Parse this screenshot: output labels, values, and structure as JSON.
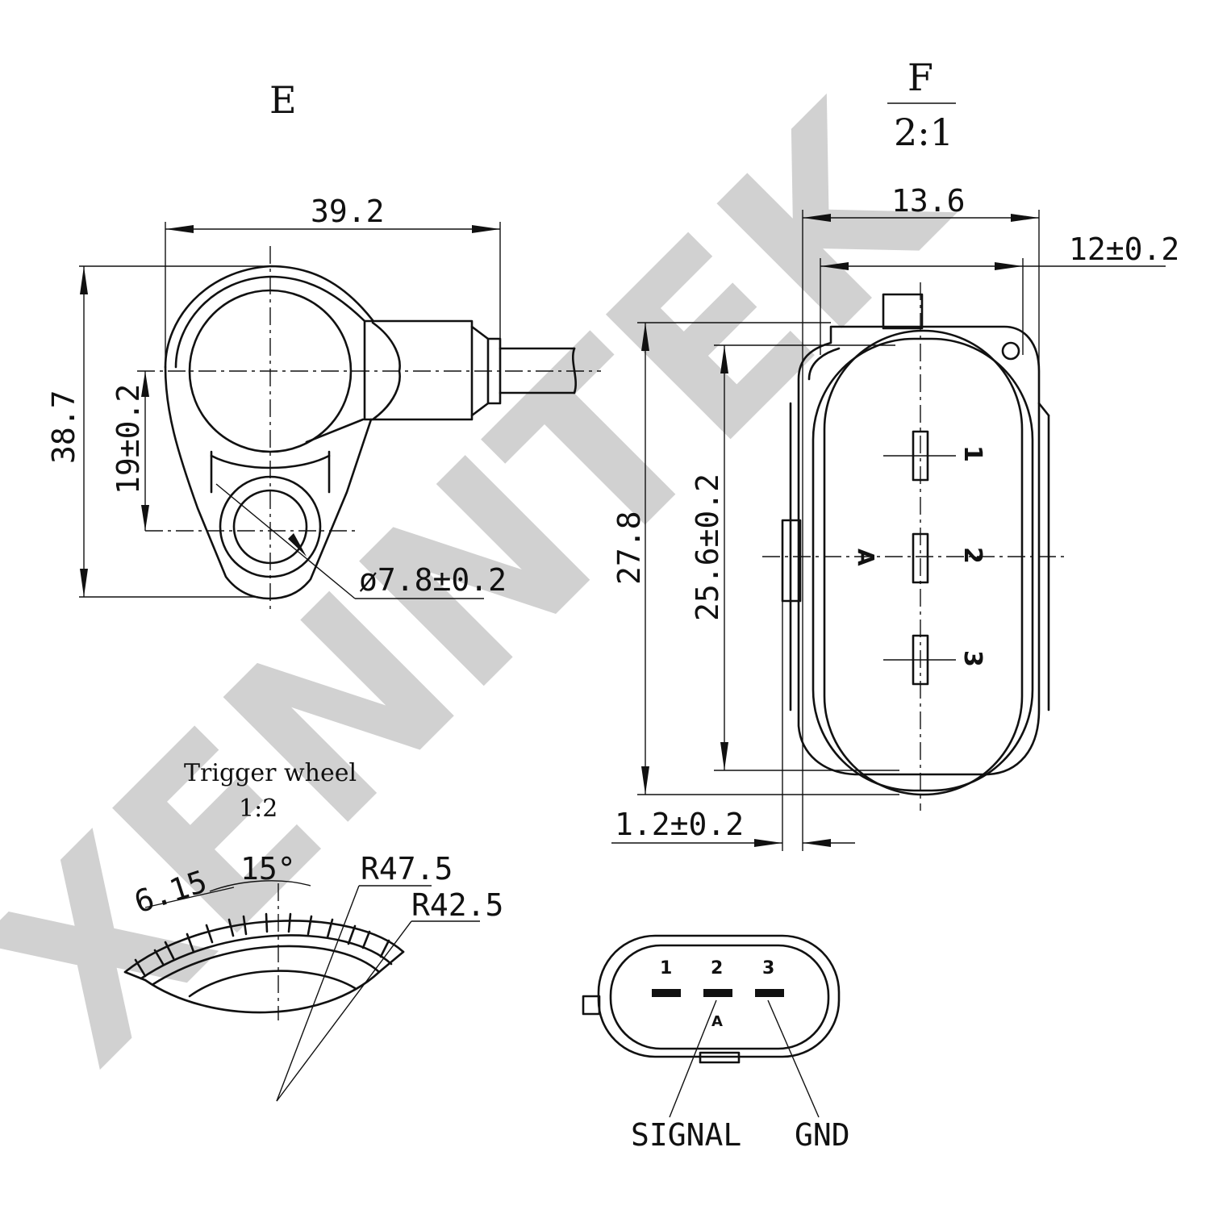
{
  "watermark": "XENNTEK",
  "view_e": {
    "label": "E",
    "dims": {
      "width": "39.2",
      "height": "38.7",
      "offset": "19±0.2",
      "bore": "ø7.8±0.2"
    }
  },
  "view_f": {
    "label": "F",
    "scale": "2:1",
    "dims": {
      "width": "13.6",
      "inner_width": "12±0.2",
      "height": "27.8",
      "inner_height": "25.6±0.2",
      "rib": "1.2±0.2"
    },
    "pins": [
      "1",
      "2",
      "3"
    ],
    "marker": "A"
  },
  "trigger_wheel": {
    "title": "Trigger wheel",
    "scale": "1:2",
    "dims": {
      "tooth": "6.15",
      "angle": "15°",
      "outer_radius": "R47.5",
      "inner_radius": "R42.5"
    }
  },
  "connector_face": {
    "pins": [
      "1",
      "2",
      "3"
    ],
    "marker": "A",
    "callouts": {
      "signal": "SIGNAL",
      "ground": "GND"
    }
  }
}
